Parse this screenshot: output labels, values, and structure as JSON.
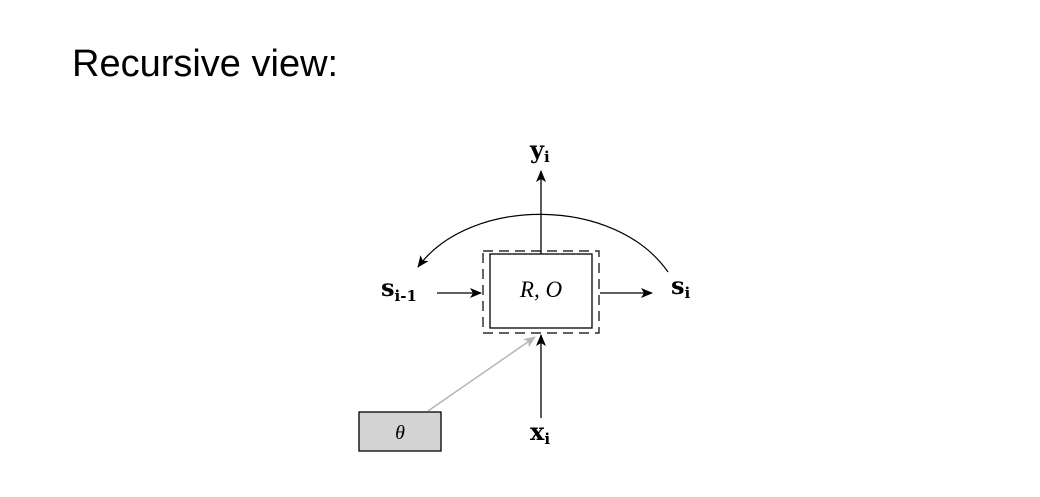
{
  "slide": {
    "title": "Recursive view:"
  },
  "diagram": {
    "output": {
      "main": "y",
      "sub": "i"
    },
    "state_prev": {
      "main": "s",
      "sub": "i-1"
    },
    "state_next": {
      "main": "s",
      "sub": "i"
    },
    "input": {
      "main": "x",
      "sub": "i"
    },
    "cell_label": "R, O",
    "params_label": "θ",
    "colors": {
      "stroke": "#000000",
      "params_fill": "#d3d3d3",
      "params_arrow": "#b5b5b5"
    }
  }
}
